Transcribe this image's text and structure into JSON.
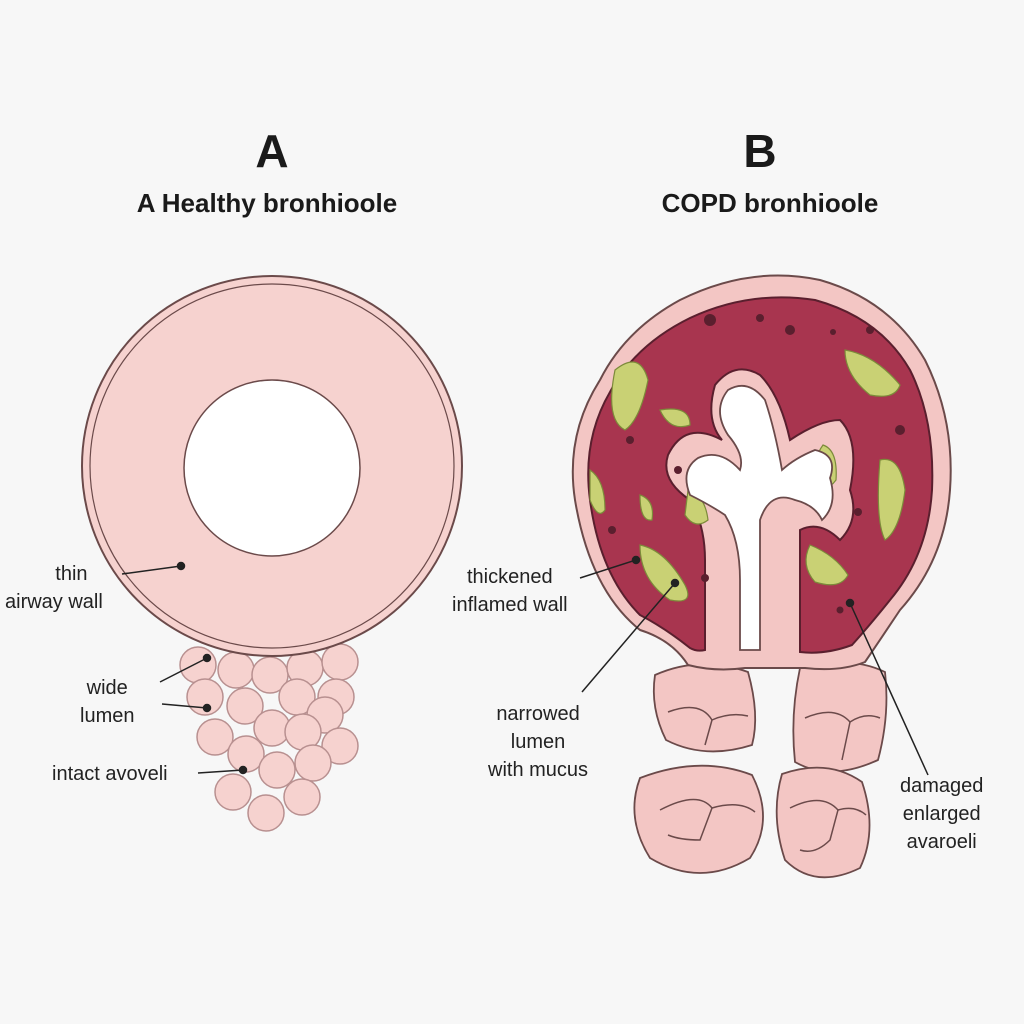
{
  "panel_a": {
    "letter": "A",
    "title": "A Healthy bronhioole",
    "labels": {
      "wall": [
        "thin",
        "airway wall"
      ],
      "lumen": [
        "wide",
        "lumen"
      ],
      "alveoli": [
        "intact avoveli"
      ]
    }
  },
  "panel_b": {
    "letter": "B",
    "title": "COPD bronhioole",
    "labels": {
      "wall": [
        "thickened",
        "inflamed wall"
      ],
      "lumen": [
        "narrowed",
        "lumen",
        "with mucus"
      ],
      "alveoli": [
        "damaged",
        "enlarged",
        "avaroeli"
      ]
    }
  },
  "colors": {
    "healthy_wall": "#f6d2cf",
    "outline": "#6b4a4a",
    "inflamed_tissue": "#a8354f",
    "outer_tissue": "#f3c6c4",
    "mucus": "#c9d174",
    "background": "#f7f7f7"
  }
}
